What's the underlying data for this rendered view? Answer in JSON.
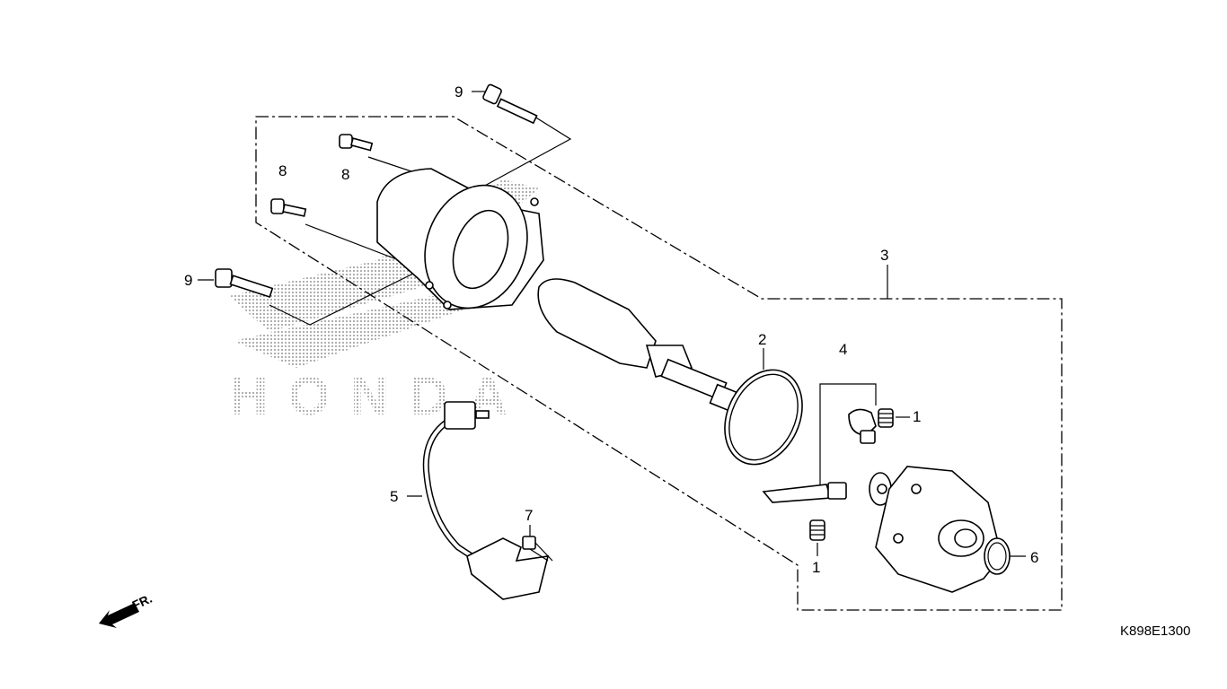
{
  "diagram": {
    "watermark": "HONDA",
    "drawing_code": "K898E1300",
    "front_indicator": "FR.",
    "callouts": [
      {
        "ref": "9",
        "part": "upper-long-bolt"
      },
      {
        "ref": "8",
        "part": "upper-short-bolt"
      },
      {
        "ref": "8",
        "part": "lower-short-bolt"
      },
      {
        "ref": "9",
        "part": "lower-long-bolt"
      },
      {
        "ref": "3",
        "part": "starter-motor-assembly"
      },
      {
        "ref": "2",
        "part": "o-ring"
      },
      {
        "ref": "4",
        "part": "brush-set"
      },
      {
        "ref": "1",
        "part": "upper-brush-spring"
      },
      {
        "ref": "1",
        "part": "lower-brush-spring"
      },
      {
        "ref": "5",
        "part": "wire-harness"
      },
      {
        "ref": "7",
        "part": "terminal-bolt"
      },
      {
        "ref": "6",
        "part": "washer"
      }
    ]
  }
}
